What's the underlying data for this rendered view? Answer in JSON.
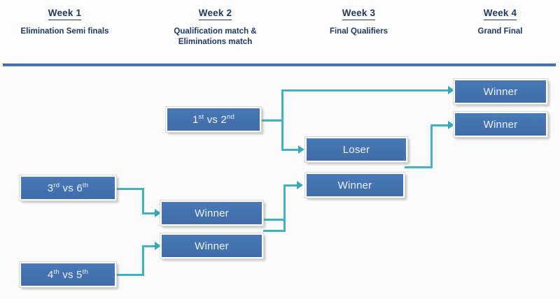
{
  "columns": [
    {
      "week": "Week 1",
      "subtitle": "Elimination Semi finals"
    },
    {
      "week": "Week 2",
      "subtitle": "Qualification match &\nEliminations match"
    },
    {
      "week": "Week 3",
      "subtitle": "Final Qualifiers"
    },
    {
      "week": "Week 4",
      "subtitle": "Grand Final"
    }
  ],
  "boxes": {
    "w1_top": {
      "prefix": "3",
      "sup1": "rd",
      "mid": " vs 6",
      "sup2": "th"
    },
    "w1_bottom": {
      "prefix": "4",
      "sup1": "th",
      "mid": " vs 5",
      "sup2": "th"
    },
    "w2_seed": {
      "prefix": "1",
      "sup1": "st",
      "mid": " vs 2",
      "sup2": "nd"
    },
    "w2_winner_top": {
      "label": "Winner"
    },
    "w2_winner_bottom": {
      "label": "Winner"
    },
    "w3_loser": {
      "label": "Loser"
    },
    "w3_winner": {
      "label": "Winner"
    },
    "w4_winner_top": {
      "label": "Winner"
    },
    "w4_winner_bottom": {
      "label": "Winner"
    }
  },
  "colors": {
    "box_fill": "#4574b4",
    "box_text": "#eef4fb",
    "header_text": "#1f3864",
    "divider": "#4a76b8",
    "connector": "#45b0bf",
    "background": "#fbfbfa"
  }
}
